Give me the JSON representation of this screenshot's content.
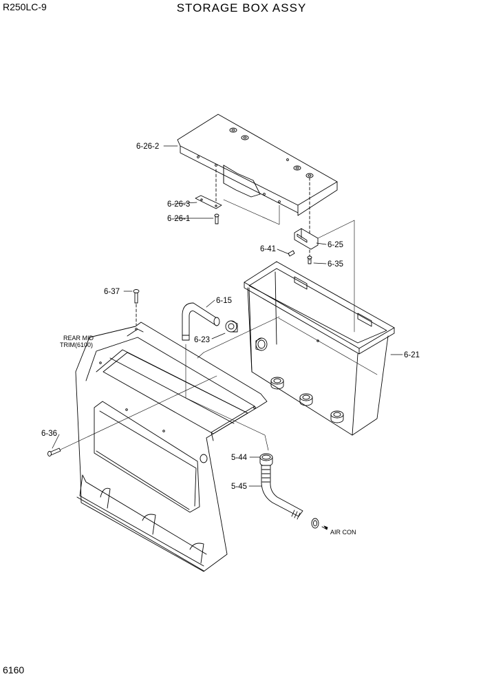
{
  "header": {
    "model": "R250LC-9",
    "title": "STORAGE BOX ASSY"
  },
  "footer": {
    "page_number": "6160"
  },
  "callouts": {
    "p6_26_2": "6-26-2",
    "p6_26_3": "6-26-3",
    "p6_26_1": "6-26-1",
    "p6_41": "6-41",
    "p6_25": "6-25",
    "p6_35": "6-35",
    "p6_37": "6-37",
    "p6_15": "6-15",
    "p6_23": "6-23",
    "p6_21": "6-21",
    "p6_36": "6-36",
    "p5_44": "5-44",
    "p5_45": "5-45"
  },
  "notes": {
    "rear_mid_1": "REAR MID",
    "rear_mid_2": "TRIM(6100)",
    "air_con": "AIR CON"
  }
}
